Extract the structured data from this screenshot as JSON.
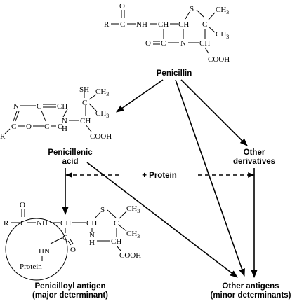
{
  "labels": {
    "penicillin": "Penicillin",
    "penicillenic_line1": "Penicillenic",
    "penicillenic_line2": "acid",
    "other_derivatives_line1": "Other",
    "other_derivatives_line2": "derivatives",
    "protein_reaction": "+ Protein",
    "penicilloyl_line1": "Penicilloyl antigen",
    "penicilloyl_line2": "(major determinant)",
    "other_antigens_line1": "Other antigens",
    "other_antigens_line2": "(minor determinants)"
  },
  "atoms": {
    "R": "R",
    "C": "C",
    "O": "O",
    "N": "N",
    "S": "S",
    "H": "H",
    "CH": "CH",
    "CH3": "CH",
    "sub3": "3",
    "NH": "NH",
    "HN": "HN",
    "SH": "SH",
    "COOH": "COOH",
    "Protein": "Protein",
    "dashNH": "—NH—",
    "dashC": "—C"
  }
}
